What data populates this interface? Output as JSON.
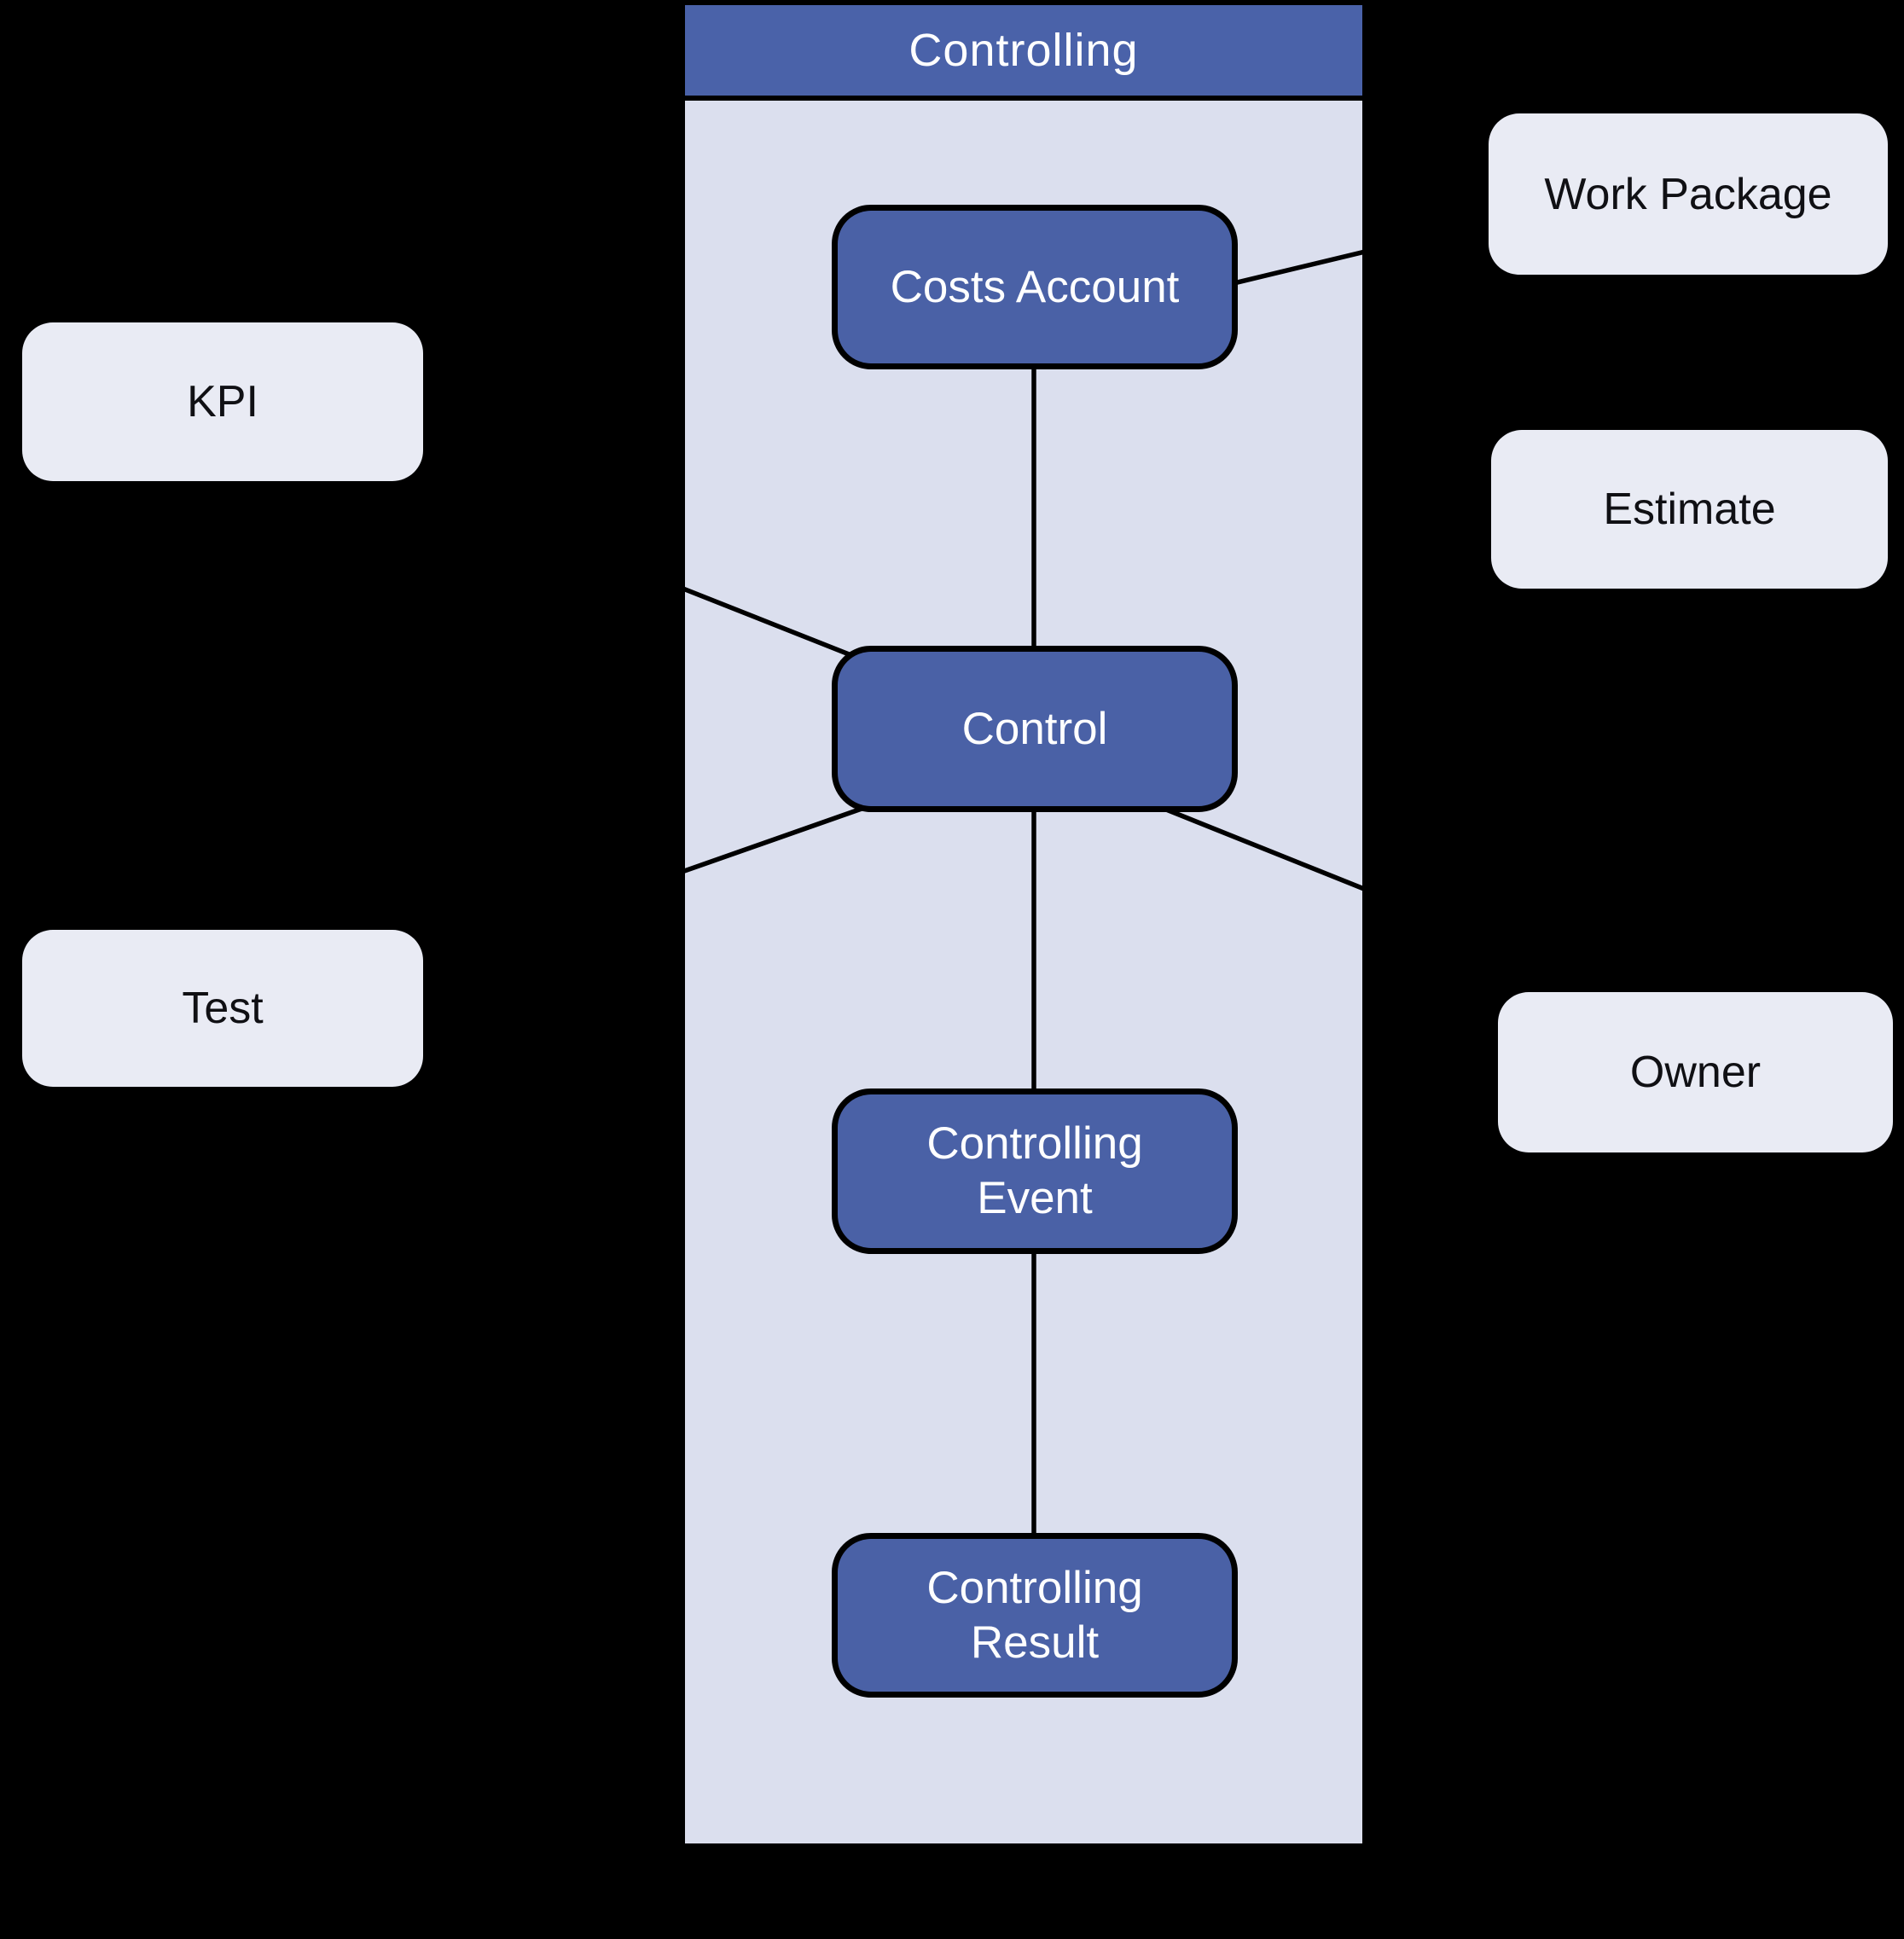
{
  "lane": {
    "title": "Controlling"
  },
  "nodes": {
    "costs_account": {
      "label": "Costs Account"
    },
    "control": {
      "label": "Control"
    },
    "controlling_event": {
      "line1": "Controlling",
      "line2": "Event"
    },
    "controlling_result": {
      "line1": "Controlling",
      "line2": "Result"
    }
  },
  "entities": {
    "kpi": {
      "label": "KPI"
    },
    "test": {
      "label": "Test"
    },
    "work_package": {
      "label": "Work Package"
    },
    "estimate": {
      "label": "Estimate"
    },
    "owner": {
      "label": "Owner"
    }
  },
  "edges": [
    {
      "from": "costs_account",
      "to": "control"
    },
    {
      "from": "control",
      "to": "controlling_event"
    },
    {
      "from": "controlling_event",
      "to": "controlling_result"
    },
    {
      "from": "costs_account",
      "to": "work_package"
    },
    {
      "from": "kpi",
      "to": "control"
    },
    {
      "from": "test",
      "to": "control"
    },
    {
      "from": "owner",
      "to": "control"
    }
  ],
  "colors": {
    "background": "#000000",
    "lane_header": "#4a62a9",
    "lane_fill": "#dbdfee",
    "lane_border": "#000000",
    "node_fill": "#4a61a6",
    "node_border": "#000000",
    "node_text": "#ffffff",
    "entity_fill": "#e9ebf4",
    "entity_text": "#101014",
    "connector": "#000000"
  }
}
